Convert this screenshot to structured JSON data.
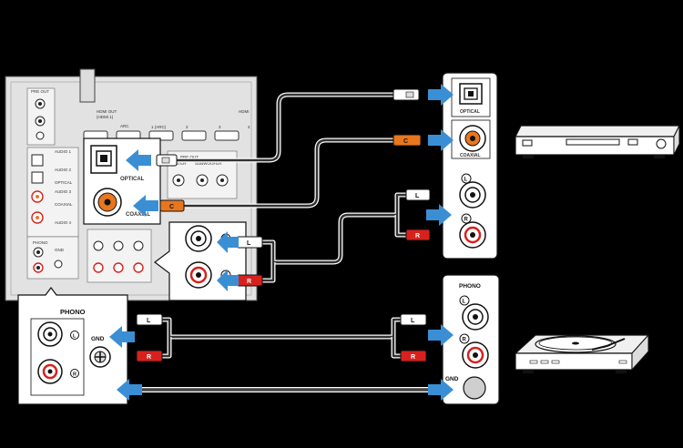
{
  "receiver": {
    "hdmi_out_label": "HDMI OUT",
    "hdmi_out_sub": "(HDMI 1)",
    "arc_label": "ARC",
    "hdmi_ports": [
      "1 (ARC)",
      "2",
      "3",
      "4"
    ],
    "hdmi_right_label": "HDMI",
    "phono_label": "PHONO",
    "gnd_label": "GND",
    "optical_label": "OPTICAL",
    "coaxial_label": "COAXIAL",
    "audio_labels": [
      "AUDIO 1",
      "AUDIO 2",
      "AUDIO 3",
      "AUDIO 4"
    ],
    "pre_out_label": "PRE OUT",
    "pre_out_cols": [
      "CENTER",
      "SUBWOOFER"
    ]
  },
  "zoom_receiver": {
    "optical_label": "OPTICAL",
    "coaxial_label": "COAXIAL",
    "phono_label": "PHONO",
    "gnd_label": "GND",
    "left_mark": "L",
    "right_mark": "R"
  },
  "cd_player_panel": {
    "optical_label": "OPTICAL",
    "coaxial_label": "COAXIAL",
    "left_mark": "L",
    "right_mark": "R"
  },
  "turntable_panel": {
    "phono_label": "PHONO",
    "gnd_label": "GND",
    "left_mark": "L",
    "right_mark": "R"
  },
  "plugs": {
    "coaxial": "C",
    "left": "L",
    "right": "R"
  },
  "colors": {
    "background": "#000000",
    "panel": "#ffffff",
    "receiver_body": "#e2e2e2",
    "coax_plug": "#e8761d",
    "right_plug": "#d8211d",
    "left_plug": "#ffffff",
    "arrow": "#3a8fd4"
  },
  "icons": [
    "blue-arrow-icon",
    "cd-player-icon",
    "turntable-icon",
    "rca-jack-icon",
    "optical-jack-icon",
    "gnd-terminal-icon"
  ]
}
